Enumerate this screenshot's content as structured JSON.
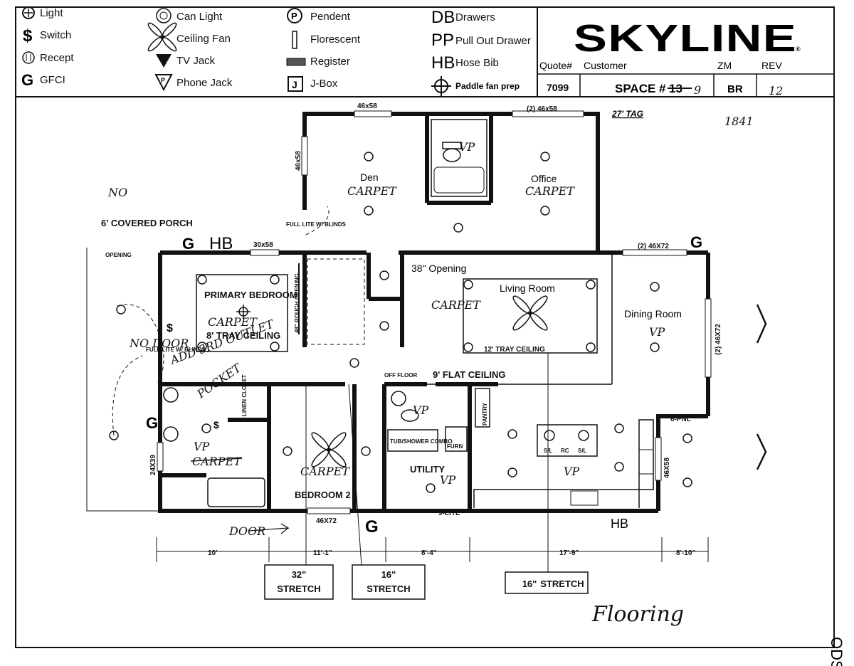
{
  "legend": [
    {
      "icon": "light-icon",
      "label": "Light"
    },
    {
      "icon": "switch-icon",
      "label": "Switch"
    },
    {
      "icon": "receptacle-icon",
      "label": "Recept"
    },
    {
      "icon": "gfci-icon",
      "label": "GFCI"
    },
    {
      "icon": "can-light-icon",
      "label": "Can Light"
    },
    {
      "icon": "ceiling-fan-icon",
      "label": "Ceiling Fan"
    },
    {
      "icon": "tv-jack-icon",
      "label": "TV Jack"
    },
    {
      "icon": "phone-jack-icon",
      "label": "Phone Jack"
    },
    {
      "icon": "pendent-icon",
      "label": "Pendent"
    },
    {
      "icon": "florescent-icon",
      "label": "Florescent"
    },
    {
      "icon": "register-icon",
      "label": "Register"
    },
    {
      "icon": "j-box-icon",
      "label": "J-Box"
    },
    {
      "icon": "drawers-icon",
      "label": "Drawers",
      "code": "DB"
    },
    {
      "icon": "pull-out-drawer-icon",
      "label": "Pull Out Drawer",
      "code": "PP"
    },
    {
      "icon": "hose-bib-icon",
      "label": "Hose Bib",
      "code": "HB"
    },
    {
      "icon": "paddle-fan-prep-icon",
      "label": "Paddle fan prep"
    }
  ],
  "title_block": {
    "brand": "SKYLINE",
    "headers": {
      "quote": "Quote#",
      "customer": "Customer",
      "zm": "ZM",
      "rev": "REV"
    },
    "quote_number": "7099",
    "space_label": "SPACE #",
    "space_struck": "13",
    "space_written": "9",
    "br": "BR",
    "rev_value": "12"
  },
  "plan": {
    "tag": "27' TAG",
    "handwritten_code": "1841",
    "rooms": {
      "den": "Den",
      "office": "Office",
      "primary_bedroom": "PRIMARY BEDROOM",
      "primary_tray": "8' TRAY CEILING",
      "living_room": "Living Room",
      "living_tray": "12' TRAY CEILING",
      "dining_room": "Dining Room",
      "bedroom2": "BEDROOM 2",
      "utility": "UTILITY",
      "pantry": "PANTRY",
      "furn": "FURN",
      "linen_closet": "LINEN CLOSET",
      "tub_shower": "TUB/SHOWER COMBO",
      "flat_ceiling": "9' FLAT CEILING",
      "off_floor": "OFF FLOOR",
      "opening_38": "38\" Opening",
      "rough_opening": "48\" ROUGH OPENING",
      "covered_porch": "6' COVERED PORCH",
      "porch_opening": "OPENING",
      "six_pnl": "6-PNL",
      "nine_lite": "9-LITE",
      "sl": "S/L",
      "rc": "RC",
      "full_lite_top": "FULL LITE W/ BLINDS",
      "full_lite_left": "FULL LITE W/ BLINDS"
    },
    "windows": {
      "den_top": "46x58",
      "office_top": "(2) 46x58",
      "den_left": "46x58",
      "primary_top": "30x58",
      "dining_top": "(2) 46X72",
      "dining_right": "(2) 46X72",
      "bed2_bottom": "46X72",
      "kitchen_right": "46X58",
      "bath_left": "24X39"
    },
    "handwritten": {
      "den_floor": "CARPET",
      "office_floor": "CARPET",
      "vp_bath_top": "VP",
      "primary_floor": "CARPET",
      "living_floor": "CARPET",
      "dining_floor": "VP",
      "bath_floor": "VP",
      "bath_struck": "CARPET",
      "bed2_floor": "CARPET",
      "vp_hall_bath": "VP",
      "vp_utility": "VP",
      "kitchen_floor": "VP",
      "no_porch": "NO",
      "no_door": "NO DOOR",
      "add_outlet": "ADD 3RD OUTLET",
      "pocket": "POCKET",
      "door": "DOOR",
      "flooring": "Flooring"
    },
    "symbols": {
      "gfci": "G",
      "hose_bib": "HB"
    },
    "dimensions": [
      "10'",
      "11'-1\"",
      "8'-4\"",
      "17'-9\"",
      "8'-10\""
    ],
    "stretch": [
      {
        "size": "32\"",
        "label": "STRETCH"
      },
      {
        "size": "16\"",
        "label": "STRETCH"
      },
      {
        "size": "16\"",
        "label": "STRETCH"
      }
    ],
    "margin_code": "ODS"
  }
}
